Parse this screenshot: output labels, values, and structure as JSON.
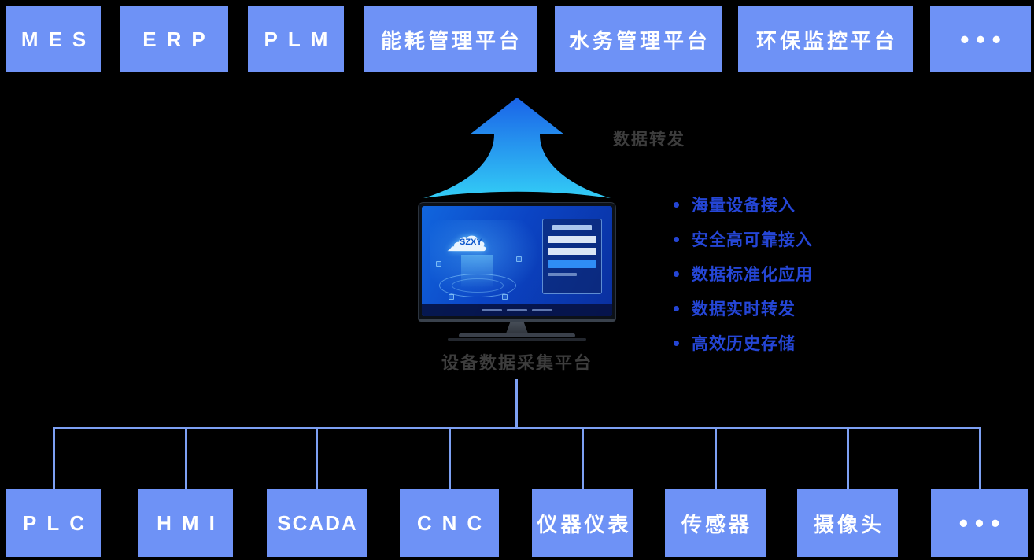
{
  "top_systems": [
    {
      "label": "MES"
    },
    {
      "label": "ERP"
    },
    {
      "label": "PLM"
    },
    {
      "label": "能耗管理平台"
    },
    {
      "label": "水务管理平台"
    },
    {
      "label": "环保监控平台"
    },
    {
      "label": "•••"
    }
  ],
  "arrow": {
    "label": "数据转发"
  },
  "platform": {
    "label": "设备数据采集平台",
    "screen_logo": "SZXY"
  },
  "features": {
    "items": [
      {
        "text": "海量设备接入"
      },
      {
        "text": "安全高可靠接入"
      },
      {
        "text": "数据标准化应用"
      },
      {
        "text": "数据实时转发"
      },
      {
        "text": "高效历史存储"
      }
    ]
  },
  "bottom_devices": [
    {
      "label": "PLC"
    },
    {
      "label": "HMI"
    },
    {
      "label": "SCADA"
    },
    {
      "label": "CNC"
    },
    {
      "label": "仪器仪表"
    },
    {
      "label": "传感器"
    },
    {
      "label": "摄像头"
    },
    {
      "label": "•••"
    }
  ],
  "colors": {
    "box_blue": "#6E92F6",
    "feature_blue": "#2546D6",
    "connector_blue": "#7DA0F3",
    "label_gray": "#3D3D3D",
    "arrow_gradient_top": "#1A63E8",
    "arrow_gradient_bottom": "#33CDF6"
  }
}
